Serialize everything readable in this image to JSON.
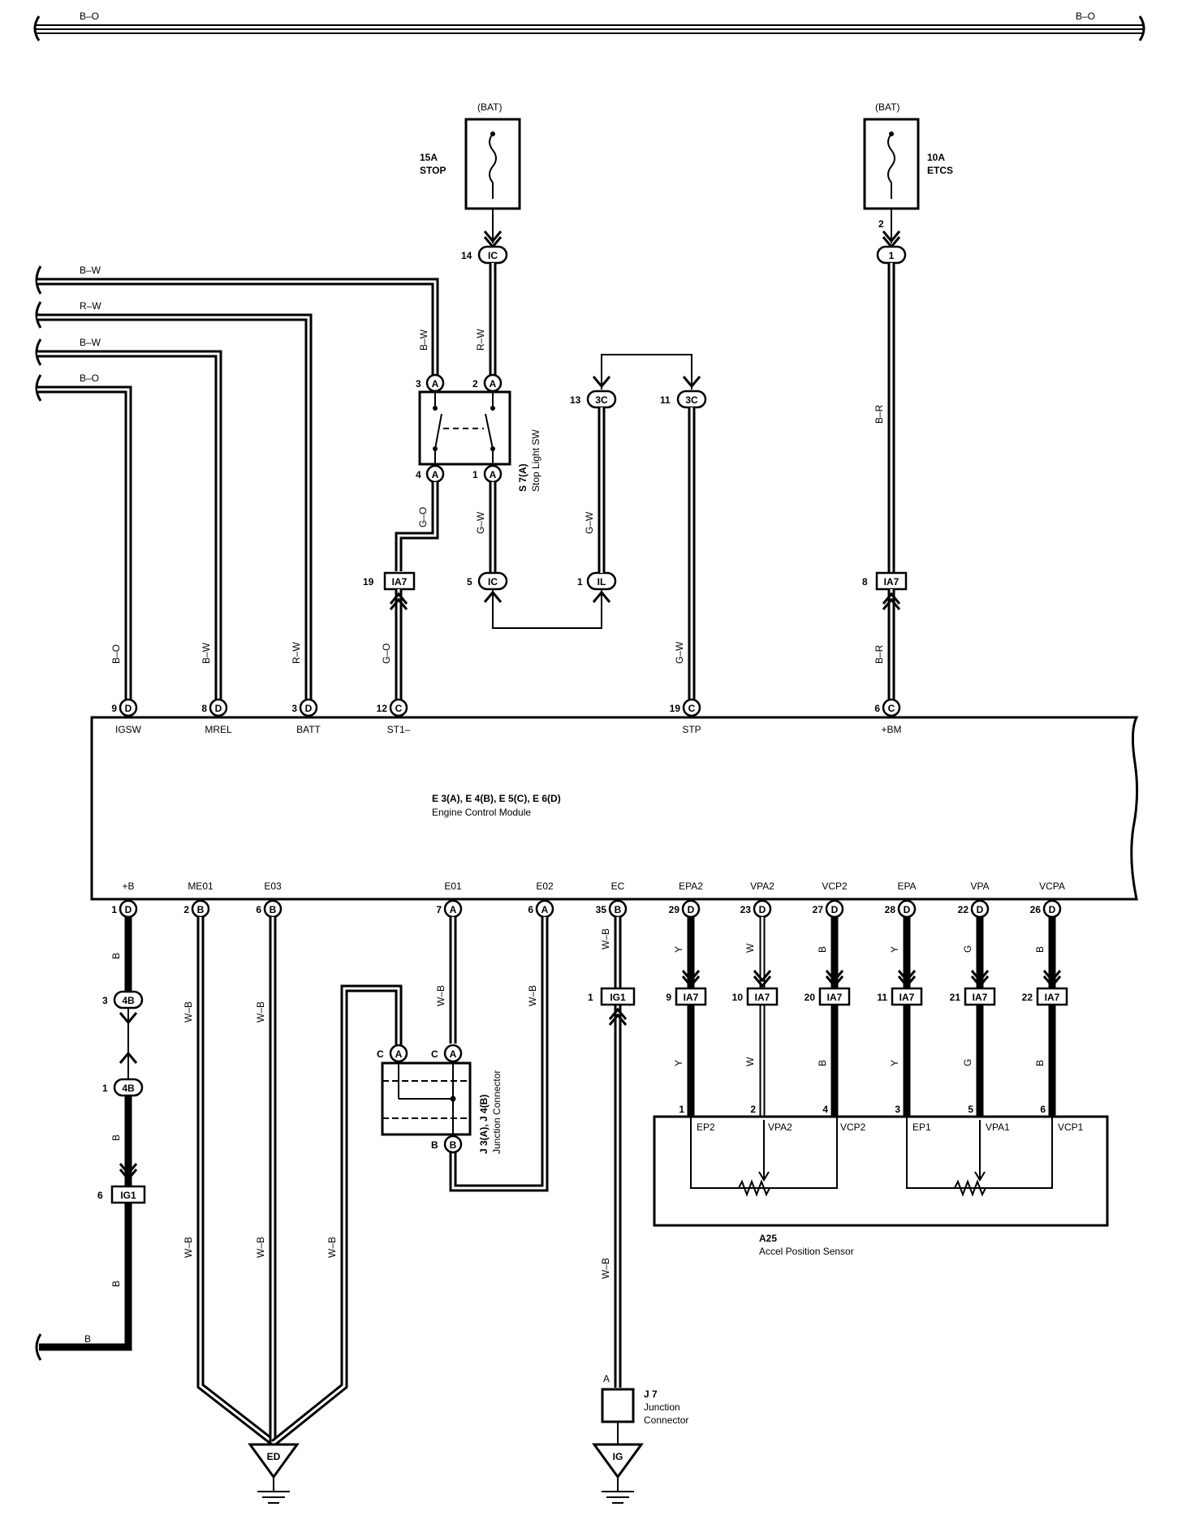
{
  "top_bus": {
    "left_label": "B–O",
    "right_label": "B–O"
  },
  "fuses": [
    {
      "source": "(BAT)",
      "rating": "15A",
      "name": "STOP"
    },
    {
      "source": "(BAT)",
      "rating": "10A",
      "name": "ETCS"
    }
  ],
  "left_wires": [
    "B–W",
    "R–W",
    "B–W",
    "B–O"
  ],
  "stop_switch": {
    "id": "S 7(A)",
    "name": "Stop Light SW"
  },
  "wire_colors": {
    "b_w": "B–W",
    "r_w": "R–W",
    "g_o": "G–O",
    "g_w": "G–W",
    "b_r": "B–R",
    "b_o": "B–O",
    "w_b": "W–B",
    "y": "Y",
    "w": "W",
    "b": "B",
    "g": "G"
  },
  "connectors": {
    "ic": "IC",
    "c3": "3C",
    "il": "IL",
    "ia7": "IA7",
    "one": "1",
    "a": "A",
    "b": "B",
    "c": "C",
    "d": "D",
    "ig1": "IG1",
    "b4": "4B"
  },
  "ecm": {
    "title": "E 3(A), E 4(B), E 5(C), E 6(D)",
    "name": "Engine Control Module",
    "top_terminals": [
      {
        "pin": "9",
        "conn": "D",
        "label": "IGSW"
      },
      {
        "pin": "8",
        "conn": "D",
        "label": "MREL"
      },
      {
        "pin": "3",
        "conn": "D",
        "label": "BATT"
      },
      {
        "pin": "12",
        "conn": "C",
        "label": "ST1–"
      },
      {
        "pin": "19",
        "conn": "C",
        "label": "STP"
      },
      {
        "pin": "6",
        "conn": "C",
        "label": "+BM"
      }
    ],
    "bottom_terminals": [
      {
        "pin": "1",
        "conn": "D",
        "label": "+B"
      },
      {
        "pin": "2",
        "conn": "B",
        "label": "ME01"
      },
      {
        "pin": "6",
        "conn": "B",
        "label": "E03"
      },
      {
        "pin": "7",
        "conn": "A",
        "label": "E01"
      },
      {
        "pin": "6",
        "conn": "A",
        "label": "E02"
      },
      {
        "pin": "35",
        "conn": "B",
        "label": "EC"
      },
      {
        "pin": "29",
        "conn": "D",
        "label": "EPA2"
      },
      {
        "pin": "23",
        "conn": "D",
        "label": "VPA2"
      },
      {
        "pin": "27",
        "conn": "D",
        "label": "VCP2"
      },
      {
        "pin": "28",
        "conn": "D",
        "label": "EPA"
      },
      {
        "pin": "22",
        "conn": "D",
        "label": "VPA"
      },
      {
        "pin": "26",
        "conn": "D",
        "label": "VCPA"
      }
    ]
  },
  "pins": {
    "p1": "1",
    "p2": "2",
    "p3": "3",
    "p4": "4",
    "p5": "5",
    "p6": "6",
    "p8": "8",
    "p9": "9",
    "p10": "10",
    "p11": "11",
    "p13": "13",
    "p14": "14",
    "p19": "19",
    "p20": "20",
    "p21": "21",
    "p22": "22"
  },
  "junction": {
    "id": "J 3(A), J 4(B)",
    "name": "Junction Connector"
  },
  "accel_sensor": {
    "id": "A25",
    "name": "Accel Position Sensor",
    "terminals": [
      "EP2",
      "VPA2",
      "VCP2",
      "EP1",
      "VPA1",
      "VCP1"
    ]
  },
  "j7": {
    "id": "J 7",
    "name_line1": "Junction",
    "name_line2": "Connector",
    "terminal": "A"
  },
  "grounds": [
    "ED",
    "IG"
  ]
}
